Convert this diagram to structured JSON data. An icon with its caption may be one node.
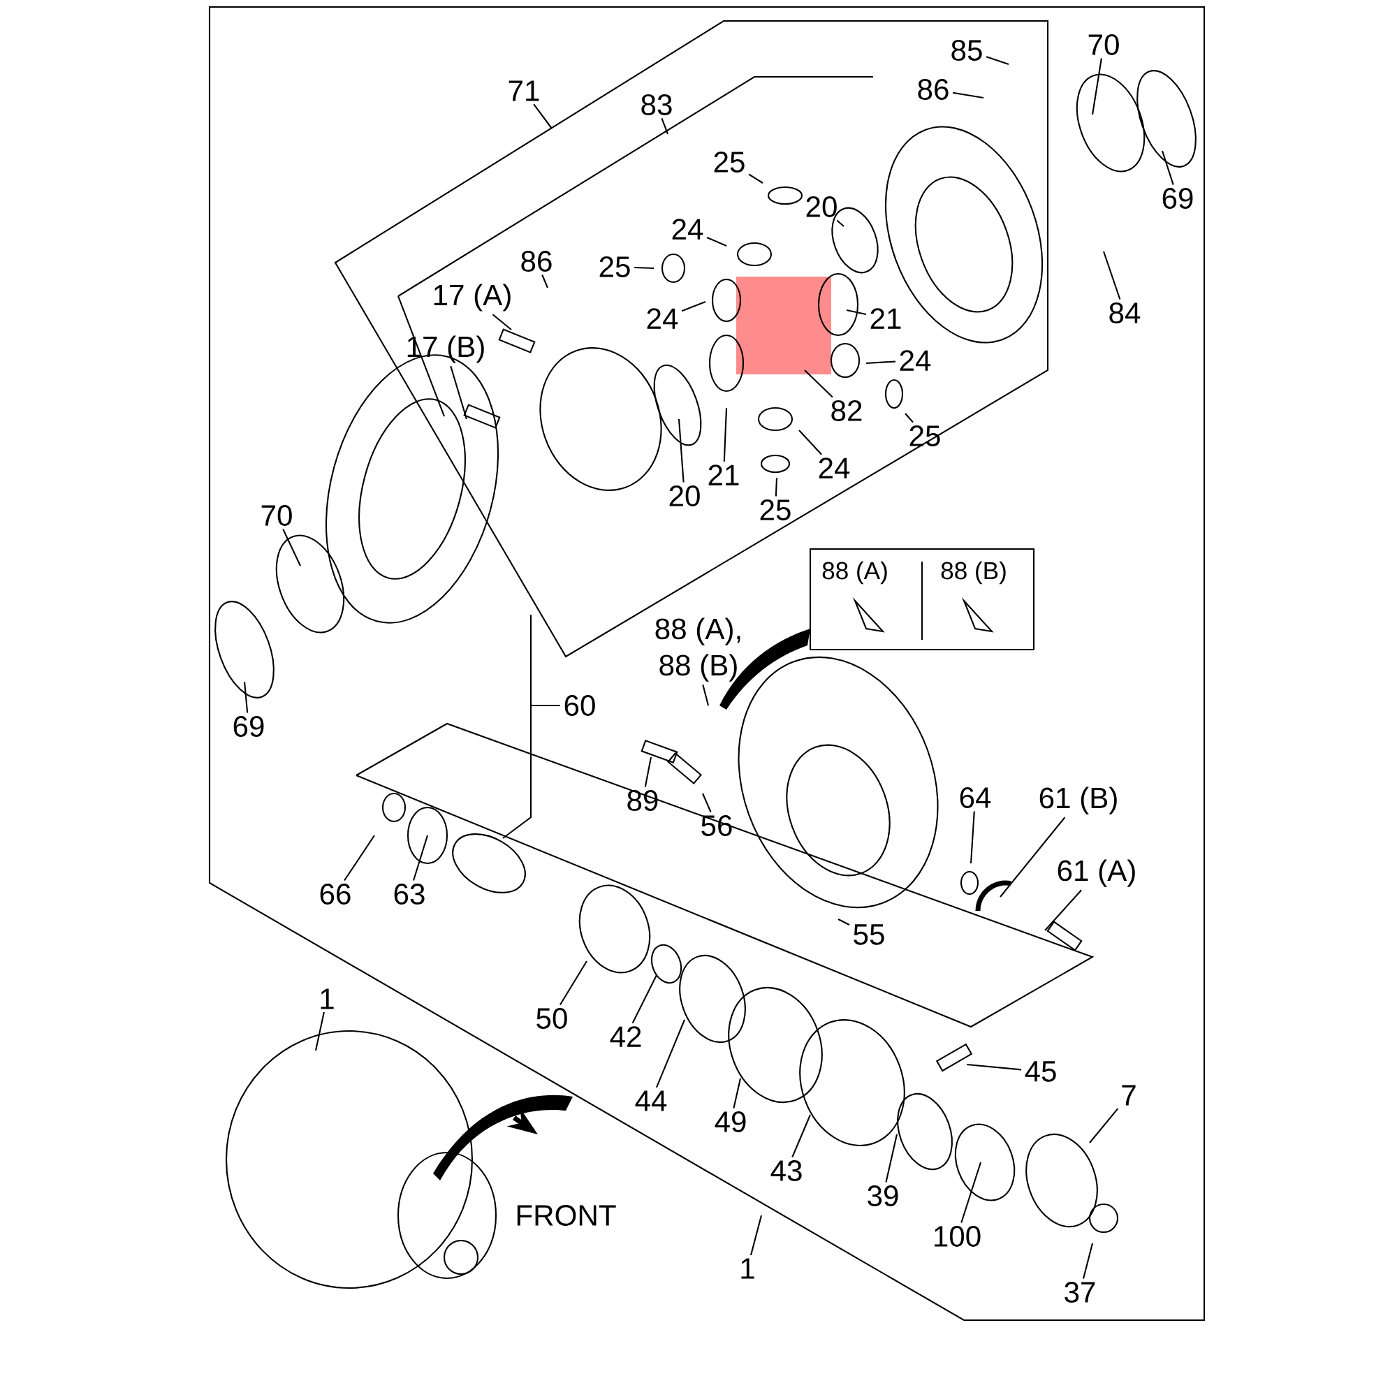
{
  "diagram": {
    "nodes": [
      {
        "text": [
          "85"
        ]
      },
      {
        "text": [
          "86"
        ]
      },
      {
        "text": [
          "71"
        ]
      },
      {
        "text": [
          "83"
        ]
      },
      {
        "text": [
          "70"
        ]
      },
      {
        "text": [
          "69"
        ]
      },
      {
        "text": [
          "25"
        ]
      },
      {
        "text": [
          "20"
        ]
      },
      {
        "text": [
          "24"
        ]
      },
      {
        "text": [
          "86"
        ]
      },
      {
        "text": [
          "25"
        ]
      },
      {
        "text": [
          "17 (A)"
        ]
      },
      {
        "text": [
          "17 (B)"
        ]
      },
      {
        "text": [
          "24"
        ]
      },
      {
        "text": [
          "21"
        ]
      },
      {
        "text": [
          "84"
        ]
      },
      {
        "text": [
          "24"
        ]
      },
      {
        "text": [
          "82"
        ]
      },
      {
        "text": [
          "25"
        ]
      },
      {
        "text": [
          "20"
        ]
      },
      {
        "text": [
          "21"
        ]
      },
      {
        "text": [
          "24"
        ]
      },
      {
        "text": [
          "25"
        ]
      },
      {
        "text": [
          "70"
        ]
      },
      {
        "text": [
          "69"
        ]
      },
      {
        "text": [
          "60"
        ]
      },
      {
        "text": [
          "88 (A),"
        ]
      },
      {
        "text": [
          "88 (B)"
        ]
      },
      {
        "text": [
          "89"
        ]
      },
      {
        "text": [
          "56"
        ]
      },
      {
        "text": [
          "64"
        ]
      },
      {
        "text": [
          "61 (B)"
        ]
      },
      {
        "text": [
          "61 (A)"
        ]
      },
      {
        "text": [
          "66"
        ]
      },
      {
        "text": [
          "63"
        ]
      },
      {
        "text": [
          "55"
        ]
      },
      {
        "text": [
          "50"
        ]
      },
      {
        "text": [
          "42"
        ]
      },
      {
        "text": [
          "1"
        ]
      },
      {
        "text": [
          "44"
        ]
      },
      {
        "text": [
          "45"
        ]
      },
      {
        "text": [
          "49"
        ]
      },
      {
        "text": [
          "7"
        ]
      },
      {
        "text": [
          "43"
        ]
      },
      {
        "text": [
          "39"
        ]
      },
      {
        "text": [
          "100"
        ]
      },
      {
        "text": [
          "1"
        ]
      },
      {
        "text": [
          "37"
        ]
      }
    ],
    "edges": [
      {
        "from": 0,
        "to": null,
        "arrow": "none"
      },
      {
        "from": 1,
        "to": null,
        "arrow": "none"
      },
      {
        "from": 2,
        "to": null,
        "arrow": "none"
      },
      {
        "from": 3,
        "to": null,
        "arrow": "none"
      },
      {
        "from": 4,
        "to": null,
        "arrow": "none"
      },
      {
        "from": 5,
        "to": null,
        "arrow": "none"
      },
      {
        "from": 6,
        "to": null,
        "arrow": "none"
      },
      {
        "from": 7,
        "to": null,
        "arrow": "none"
      },
      {
        "from": 8,
        "to": null,
        "arrow": "none"
      },
      {
        "from": 9,
        "to": null,
        "arrow": "none"
      },
      {
        "from": 10,
        "to": null,
        "arrow": "none"
      },
      {
        "from": 11,
        "to": null,
        "arrow": "none"
      },
      {
        "from": 12,
        "to": null,
        "arrow": "none"
      },
      {
        "from": 13,
        "to": null,
        "arrow": "none"
      },
      {
        "from": 14,
        "to": null,
        "arrow": "none"
      },
      {
        "from": 15,
        "to": null,
        "arrow": "none"
      },
      {
        "from": 16,
        "to": null,
        "arrow": "none"
      },
      {
        "from": 17,
        "to": null,
        "arrow": "none"
      },
      {
        "from": 18,
        "to": null,
        "arrow": "none"
      },
      {
        "from": 19,
        "to": null,
        "arrow": "none"
      },
      {
        "from": 20,
        "to": null,
        "arrow": "none"
      },
      {
        "from": 21,
        "to": null,
        "arrow": "none"
      },
      {
        "from": 22,
        "to": null,
        "arrow": "none"
      },
      {
        "from": 23,
        "to": null,
        "arrow": "none"
      },
      {
        "from": 24,
        "to": null,
        "arrow": "none"
      },
      {
        "from": 25,
        "to": null,
        "arrow": "none"
      },
      {
        "from": 27,
        "to": null,
        "arrow": "none"
      },
      {
        "from": 28,
        "to": null,
        "arrow": "none"
      },
      {
        "from": 29,
        "to": null,
        "arrow": "none"
      },
      {
        "from": 30,
        "to": null,
        "arrow": "none"
      },
      {
        "from": 31,
        "to": null,
        "arrow": "none"
      },
      {
        "from": 32,
        "to": null,
        "arrow": "none"
      },
      {
        "from": 33,
        "to": null,
        "arrow": "none"
      },
      {
        "from": 34,
        "to": null,
        "arrow": "none"
      },
      {
        "from": 35,
        "to": null,
        "arrow": "none"
      },
      {
        "from": 36,
        "to": null,
        "arrow": "none"
      },
      {
        "from": 37,
        "to": null,
        "arrow": "none"
      },
      {
        "from": 38,
        "to": null,
        "arrow": "none"
      },
      {
        "from": 39,
        "to": null,
        "arrow": "none"
      },
      {
        "from": 40,
        "to": null,
        "arrow": "none"
      },
      {
        "from": 41,
        "to": null,
        "arrow": "none"
      },
      {
        "from": 42,
        "to": null,
        "arrow": "none"
      },
      {
        "from": 43,
        "to": null,
        "arrow": "none"
      },
      {
        "from": 44,
        "to": null,
        "arrow": "none"
      },
      {
        "from": 45,
        "to": null,
        "arrow": "none"
      },
      {
        "from": 46,
        "to": null,
        "arrow": "none"
      },
      {
        "from": 47,
        "to": null,
        "arrow": "none"
      }
    ],
    "labels": [
      "88 (A)",
      "88 (B)",
      "FRONT"
    ]
  }
}
